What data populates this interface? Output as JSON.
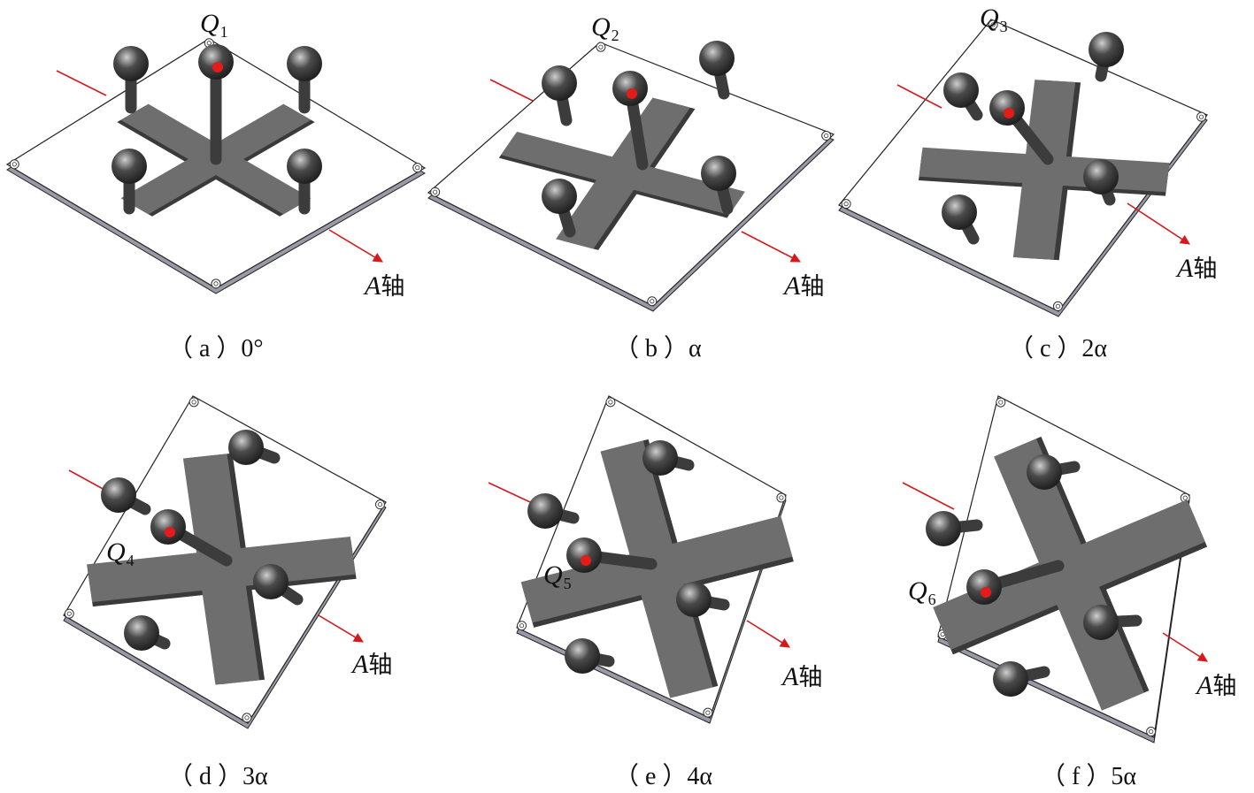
{
  "panels": [
    {
      "caption": "（ a ）0°",
      "point_label": "Q",
      "point_sub": "1",
      "axis_letter": "A",
      "axis_suffix": "轴"
    },
    {
      "caption": "（ b ）α",
      "point_label": "Q",
      "point_sub": "2",
      "axis_letter": "A",
      "axis_suffix": "轴"
    },
    {
      "caption": "（ c ）2α",
      "point_label": "Q",
      "point_sub": "3",
      "axis_letter": "A",
      "axis_suffix": "轴"
    },
    {
      "caption": "（ d ）3α",
      "point_label": "Q",
      "point_sub": "4",
      "axis_letter": "A",
      "axis_suffix": "轴"
    },
    {
      "caption": "（ e ）4α",
      "point_label": "Q",
      "point_sub": "5",
      "axis_letter": "A",
      "axis_suffix": "轴"
    },
    {
      "caption": "（ f ）5α",
      "point_label": "Q",
      "point_sub": "6",
      "axis_letter": "A",
      "axis_suffix": "轴"
    }
  ],
  "colors": {
    "plate_fill": "#ffffff",
    "plate_edge": "#222222",
    "cross_fill": "#6e6e6e",
    "cross_dark": "#3a3a3a",
    "sphere": "#4a4a4a",
    "stem": "#3c3c3c",
    "marker": "#e31b1b",
    "axis_arrow": "#d6191c"
  }
}
